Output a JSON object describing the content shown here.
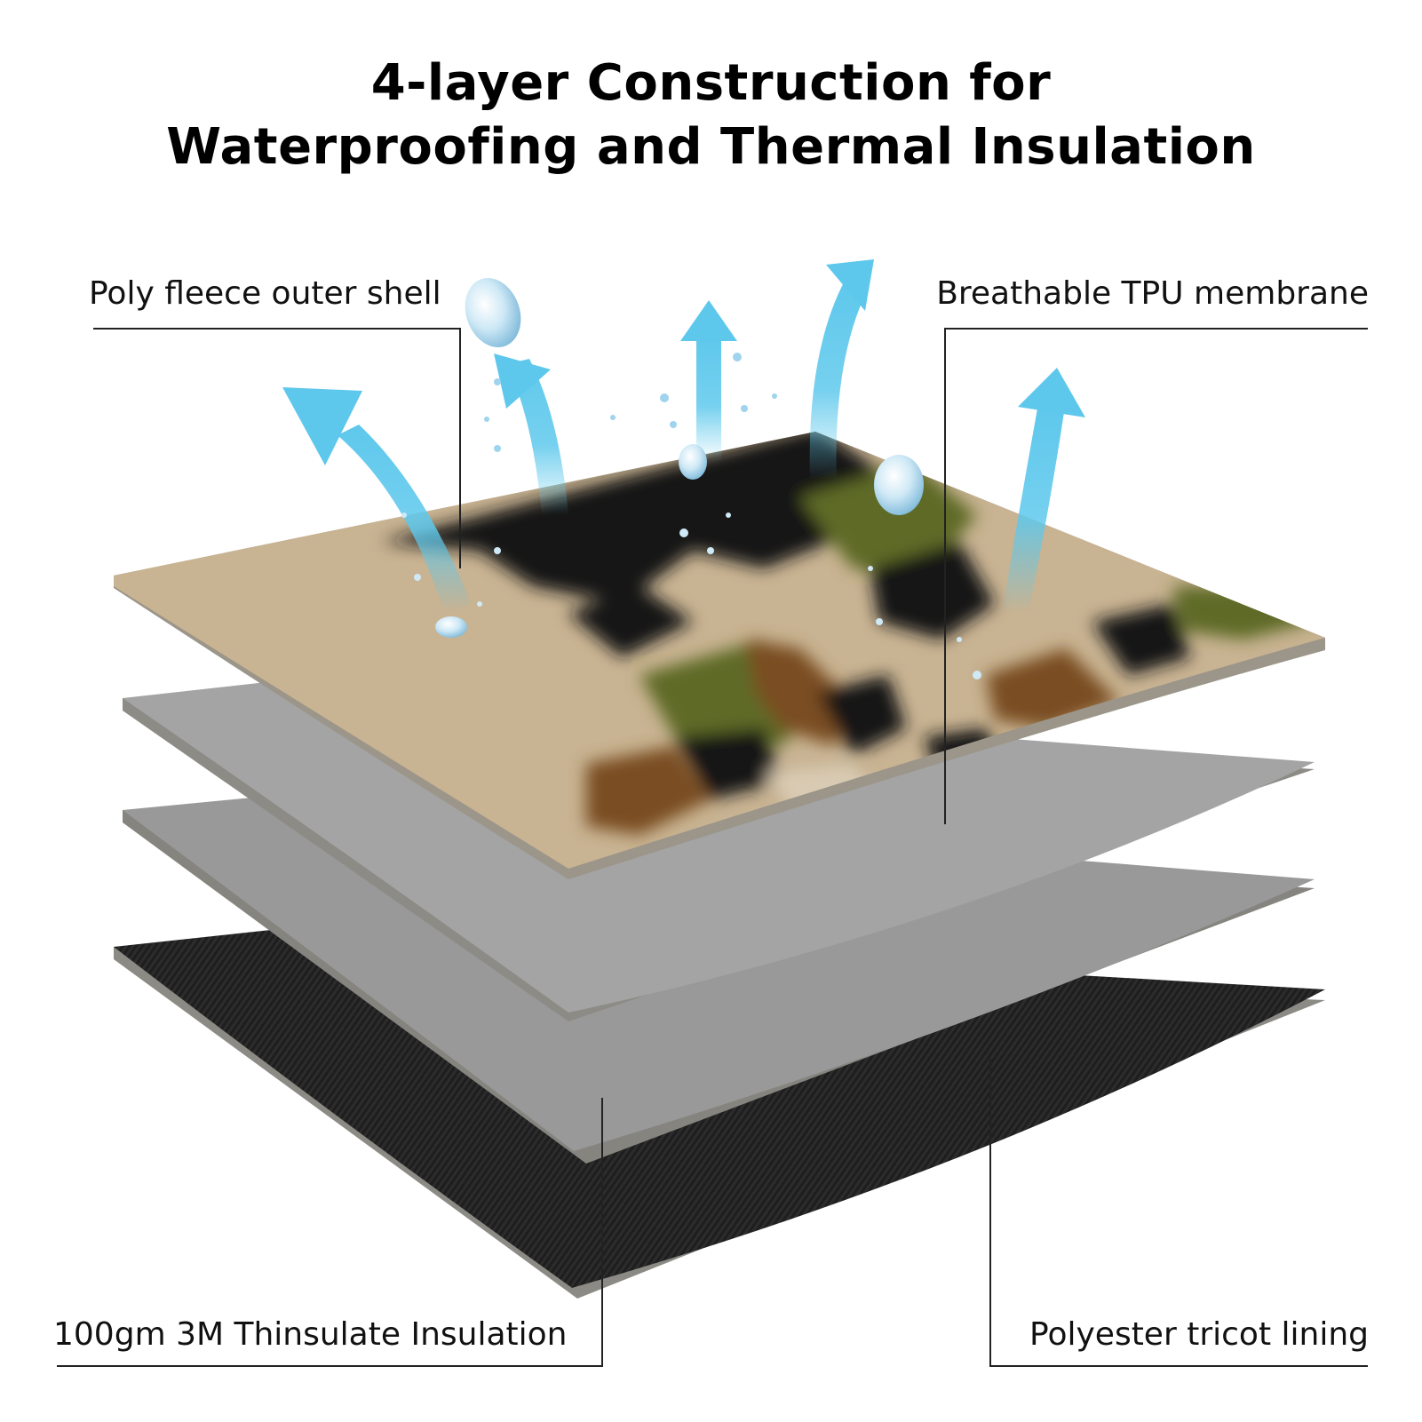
{
  "title": {
    "line1": "4-layer Construction for",
    "line2": "Waterproofing and Thermal Insulation"
  },
  "labels": {
    "outer_shell": "Poly fleece outer shell",
    "membrane": "Breathable TPU membrane",
    "insulation": "100gm 3M Thinsulate Insulation",
    "lining": "Polyester tricot lining"
  },
  "colors": {
    "arrow": "#5ec8ec",
    "fleece_base": "#c8b392",
    "camo_black": "#151515",
    "camo_brown": "#7a4e22",
    "camo_green": "#5e6b28",
    "membrane_gray": "#a3a3a3",
    "insulation_gray": "#9a9a9a",
    "lining_black": "#1e1e1e",
    "edge": "#8c8a84"
  },
  "icons": [
    "vapor-arrow-icon",
    "water-droplet-icon"
  ]
}
